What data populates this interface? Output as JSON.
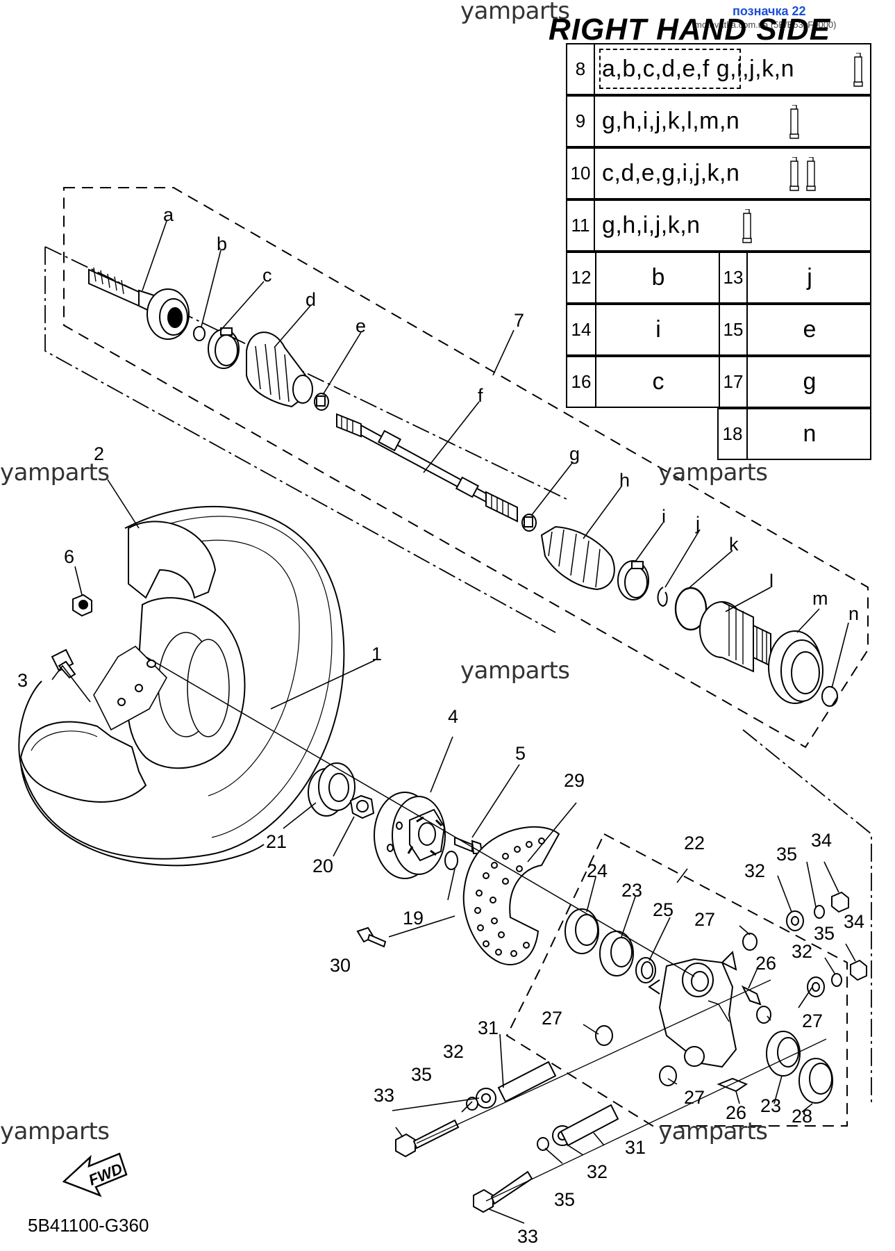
{
  "header": {
    "title": "RIGHT HAND SIDE",
    "tag": "позначка 22",
    "source_url": "motovatka.com.ua (5B/E53xF0000)"
  },
  "watermarks": [
    "yamparts",
    "yamparts",
    "yamparts",
    "yamparts",
    "yamparts",
    "yamparts"
  ],
  "kit_table": {
    "rows": [
      {
        "num": "8",
        "letters": "a,b,c,d,e,f g,i,j,k,n",
        "tubes": 1
      },
      {
        "num": "9",
        "letters": "g,h,i,j,k,l,m,n",
        "tubes": 1
      },
      {
        "num": "10",
        "letters": "c,d,e,g,i,j,k,n",
        "tubes": 2
      },
      {
        "num": "11",
        "letters": "g,h,i,j,k,n",
        "tubes": 1
      }
    ],
    "pairs": [
      {
        "num_a": "12",
        "val_a": "b",
        "num_b": "13",
        "val_b": "j"
      },
      {
        "num_a": "14",
        "val_a": "i",
        "num_b": "15",
        "val_b": "e"
      },
      {
        "num_a": "16",
        "val_a": "c",
        "num_b": "17",
        "val_b": "g"
      },
      {
        "num_a": "",
        "val_a": "",
        "num_b": "18",
        "val_b": "n"
      }
    ]
  },
  "part_letters": [
    "a",
    "b",
    "c",
    "d",
    "e",
    "f",
    "g",
    "h",
    "i",
    "j",
    "k",
    "l",
    "m",
    "n"
  ],
  "part_numbers": [
    "1",
    "2",
    "3",
    "4",
    "5",
    "6",
    "7",
    "19",
    "20",
    "21",
    "22",
    "23",
    "23",
    "24",
    "25",
    "26",
    "26",
    "27",
    "27",
    "27",
    "27",
    "28",
    "29",
    "30",
    "31",
    "31",
    "32",
    "32",
    "32",
    "32",
    "33",
    "33",
    "34",
    "34",
    "35",
    "35",
    "35",
    "35"
  ],
  "fwd_label": "FWD",
  "diagram_code": "5B41100-G360"
}
